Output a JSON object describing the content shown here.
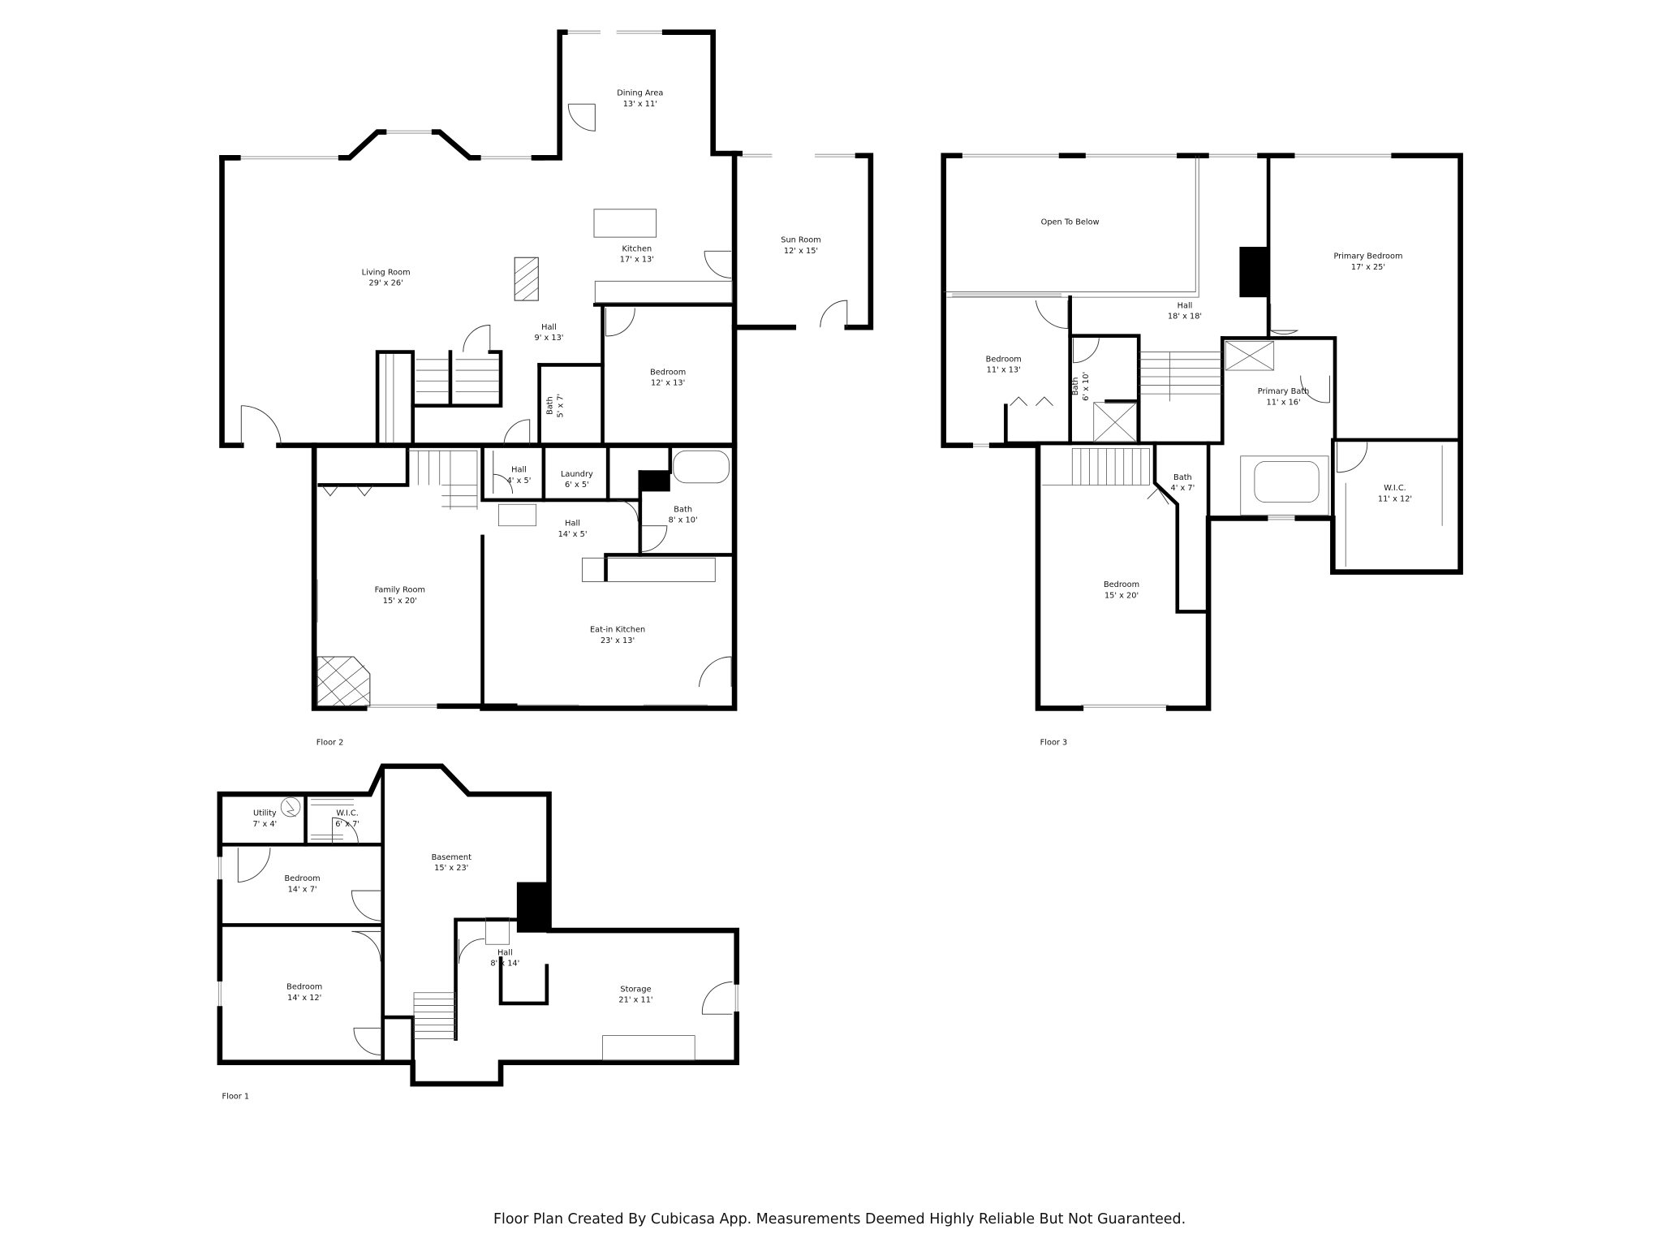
{
  "floors": {
    "floor2": {
      "label": "Floor 2",
      "rooms": {
        "dining": {
          "name": "Dining Area",
          "dims": "13' x 11'"
        },
        "kitchen": {
          "name": "Kitchen",
          "dims": "17' x 13'"
        },
        "sunroom": {
          "name": "Sun Room",
          "dims": "12' x 15'"
        },
        "living": {
          "name": "Living Room",
          "dims": "29' x 26'"
        },
        "hall1": {
          "name": "Hall",
          "dims": "9' x 13'"
        },
        "bedroom": {
          "name": "Bedroom",
          "dims": "12' x 13'"
        },
        "bath1": {
          "name": "Bath",
          "dims": "5' x 7'"
        },
        "hall2": {
          "name": "Hall",
          "dims": "4' x 5'"
        },
        "laundry": {
          "name": "Laundry",
          "dims": "6' x 5'"
        },
        "bath2": {
          "name": "Bath",
          "dims": "8' x 10'"
        },
        "hall3": {
          "name": "Hall",
          "dims": "14' x 5'"
        },
        "family": {
          "name": "Family Room",
          "dims": "15' x 20'"
        },
        "eatin": {
          "name": "Eat-in Kitchen",
          "dims": "23' x 13'"
        }
      }
    },
    "floor3": {
      "label": "Floor 3",
      "rooms": {
        "open": {
          "name": "Open To Below",
          "dims": ""
        },
        "hall": {
          "name": "Hall",
          "dims": "18' x 18'"
        },
        "primary_bed": {
          "name": "Primary Bedroom",
          "dims": "17' x 25'"
        },
        "bed1": {
          "name": "Bedroom",
          "dims": "11' x 13'"
        },
        "bath1": {
          "name": "Bath",
          "dims": "6' x 10'"
        },
        "primary_bath": {
          "name": "Primary Bath",
          "dims": "11' x 16'"
        },
        "bath2": {
          "name": "Bath",
          "dims": "4' x 7'"
        },
        "wic": {
          "name": "W.I.C.",
          "dims": "11' x 12'"
        },
        "bed2": {
          "name": "Bedroom",
          "dims": "15' x 20'"
        }
      }
    },
    "floor1": {
      "label": "Floor 1",
      "rooms": {
        "utility": {
          "name": "Utility",
          "dims": "7' x 4'"
        },
        "wic": {
          "name": "W.I.C.",
          "dims": "6' x 7'"
        },
        "bed1": {
          "name": "Bedroom",
          "dims": "14' x 7'"
        },
        "bed2": {
          "name": "Bedroom",
          "dims": "14' x 12'"
        },
        "basement": {
          "name": "Basement",
          "dims": "15' x 23'"
        },
        "hall": {
          "name": "Hall",
          "dims": "8' x 14'"
        },
        "storage": {
          "name": "Storage",
          "dims": "21' x 11'"
        }
      }
    }
  },
  "footer": "Floor Plan Created By Cubicasa App. Measurements Deemed Highly Reliable But Not Guaranteed."
}
